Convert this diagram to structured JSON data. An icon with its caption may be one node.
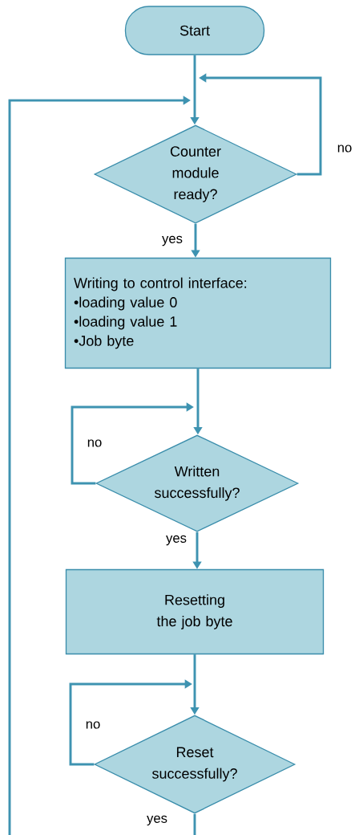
{
  "diagram": {
    "nodes": [
      {
        "text": [
          "Start"
        ]
      },
      {
        "text": [
          "Counter module ready?"
        ]
      },
      {
        "text": [
          "Writing to control interface:",
          "•loading value 0",
          "•loading value 1",
          "•Job byte"
        ]
      },
      {
        "text": [
          "Written successfully?"
        ]
      },
      {
        "text": [
          "Resetting the job byte"
        ]
      },
      {
        "text": [
          "Reset successfully?"
        ]
      }
    ],
    "edges": [
      {
        "from": 0,
        "to": 1,
        "arrow": "to"
      },
      {
        "from": 1,
        "to": null,
        "arrow": "to",
        "label": "no"
      },
      {
        "from": 1,
        "to": 2,
        "arrow": "to",
        "label": "yes"
      },
      {
        "from": 2,
        "to": 3,
        "arrow": "to"
      },
      {
        "from": 3,
        "to": null,
        "arrow": "to",
        "label": "no"
      },
      {
        "from": 3,
        "to": 4,
        "arrow": "to",
        "label": "yes"
      },
      {
        "from": 4,
        "to": 5,
        "arrow": "to"
      },
      {
        "from": 5,
        "to": null,
        "arrow": "to",
        "label": "no"
      },
      {
        "from": 5,
        "to": null,
        "arrow": "none",
        "label": "yes"
      },
      {
        "from": null,
        "to": 1,
        "arrow": "to"
      }
    ]
  }
}
